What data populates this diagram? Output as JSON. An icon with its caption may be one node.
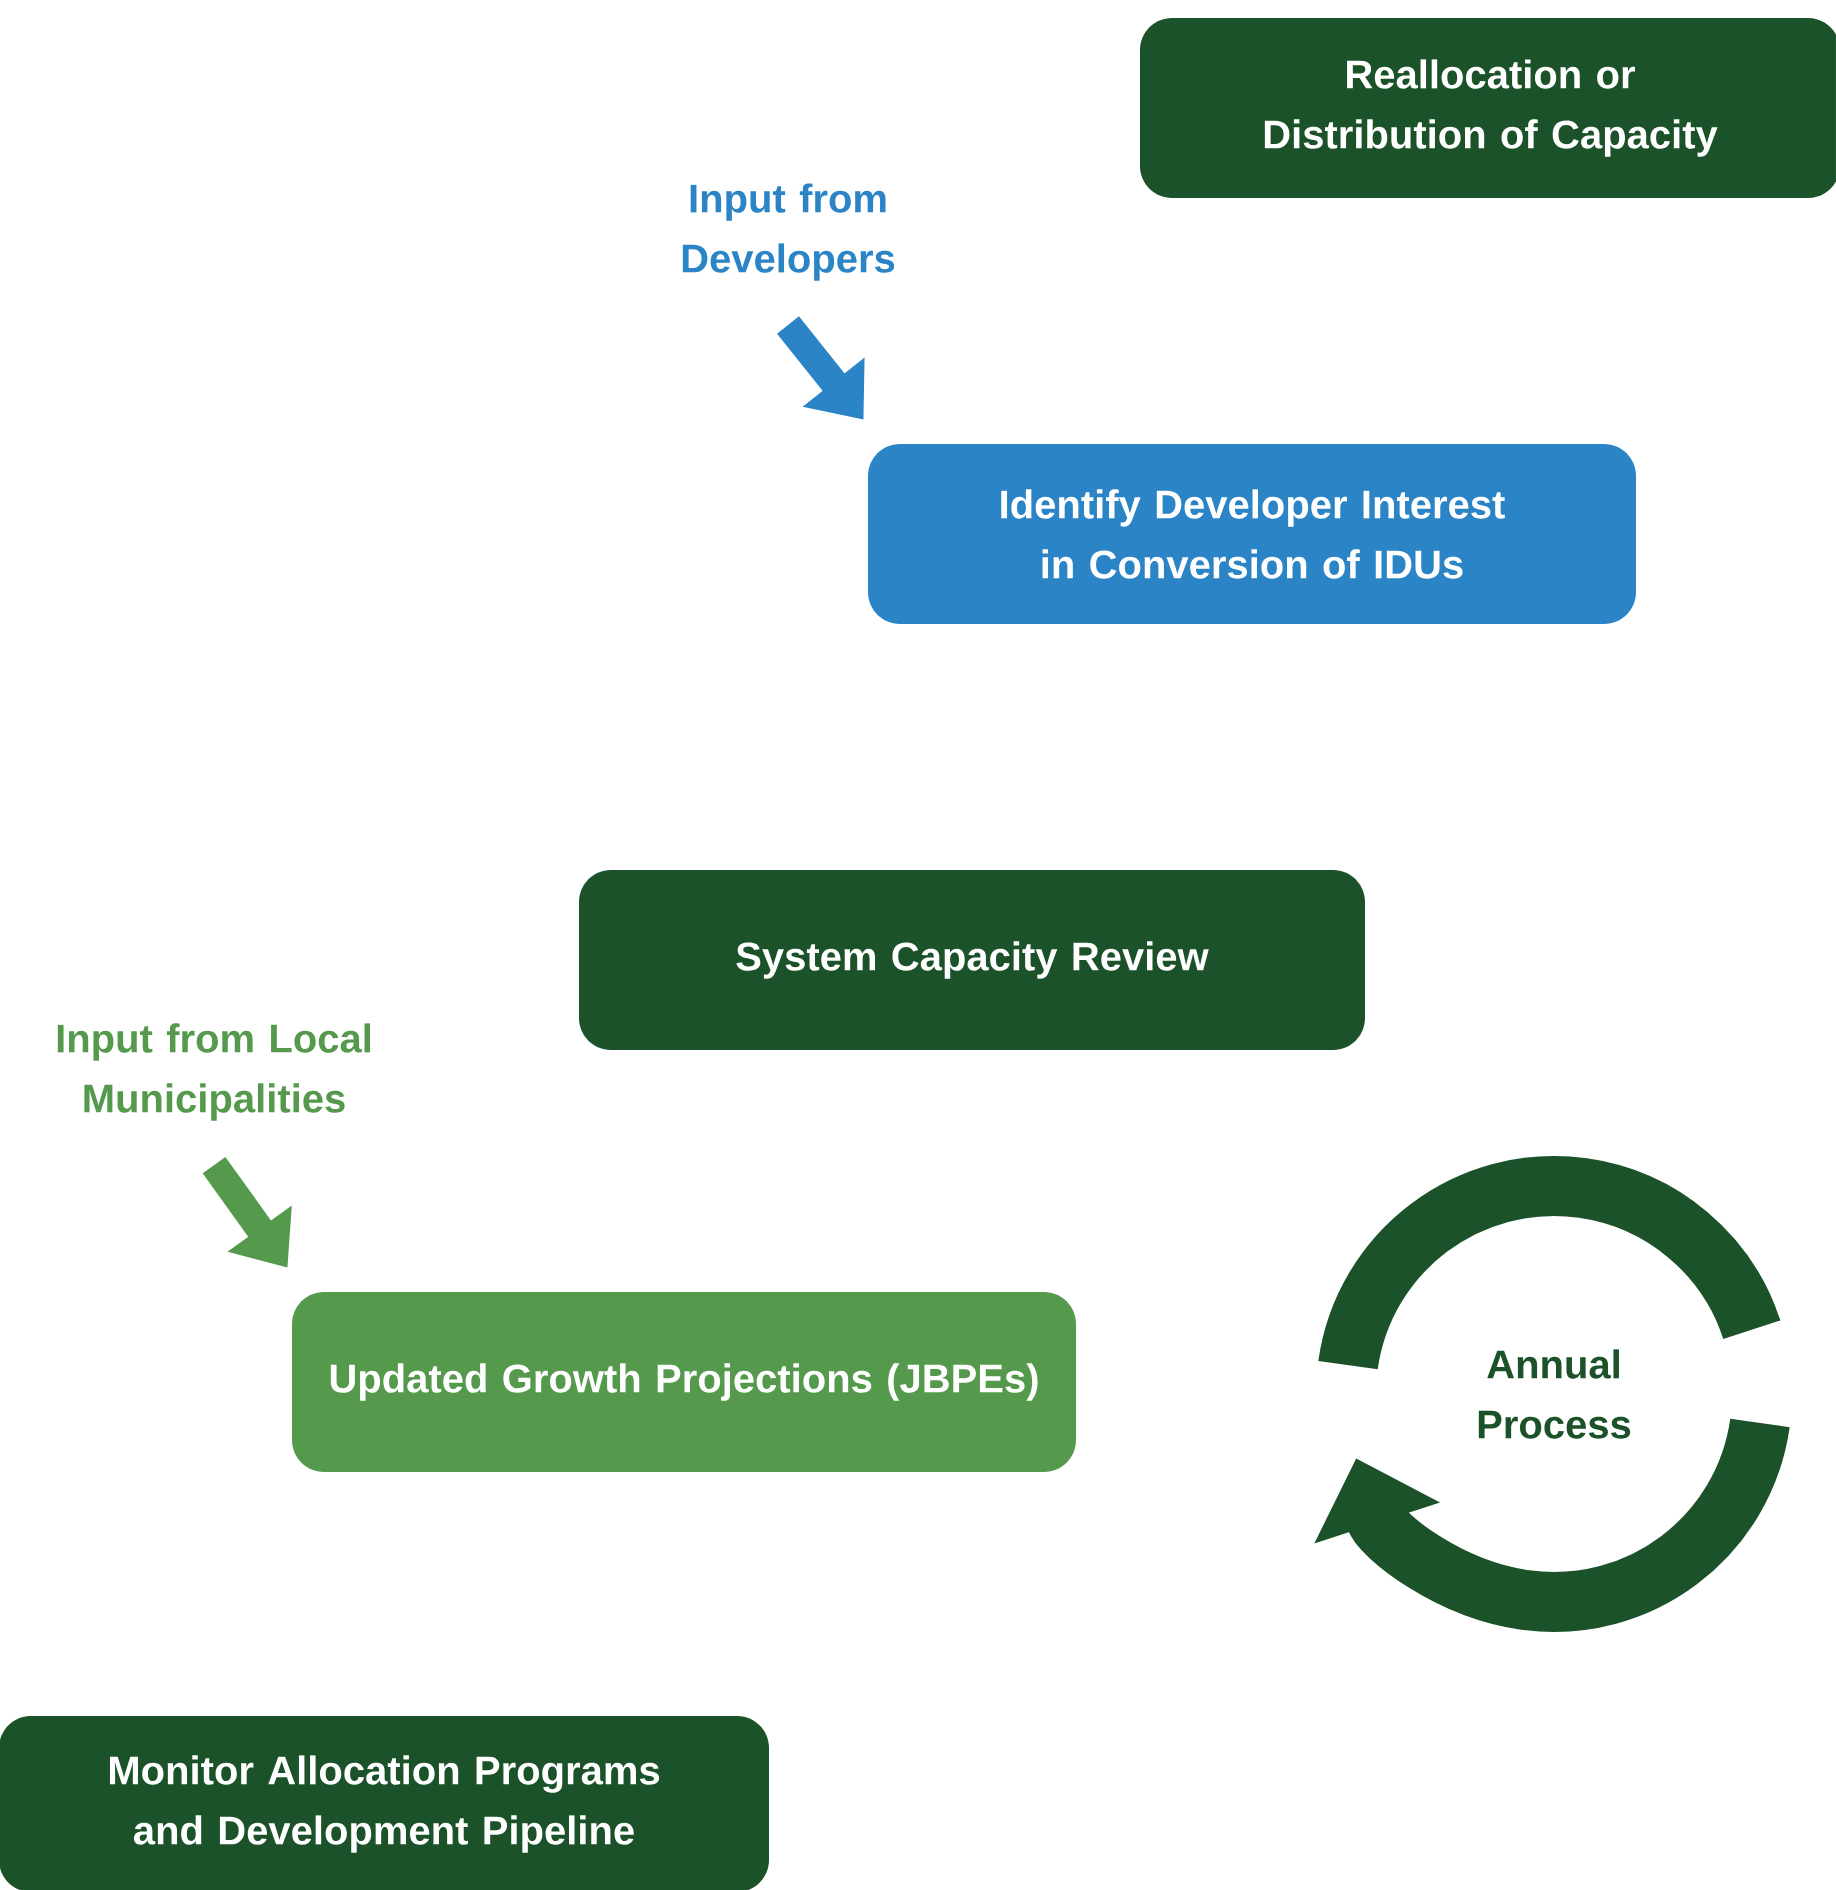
{
  "diagram": {
    "nodes": [
      {
        "text": [
          "Reallocation or Distribution of Capacity"
        ]
      },
      {
        "text": [
          "Input from Developers"
        ]
      },
      {
        "text": [
          "Identify Developer Interest in Conversion of IDUs"
        ]
      },
      {
        "text": [
          "System Capacity Review"
        ]
      },
      {
        "text": [
          "Input from Local Municipalities"
        ]
      },
      {
        "text": [
          "Updated Growth Projections (JBPEs)"
        ]
      },
      {
        "text": [
          "Annual Process"
        ]
      },
      {
        "text": [
          "Monitor Allocation Programs and Development Pipeline"
        ]
      }
    ],
    "edges": [
      {
        "from": 1,
        "to": 2,
        "arrow": "to",
        "color": "#2a84c6"
      },
      {
        "from": 4,
        "to": 5,
        "arrow": "to",
        "color": "#559a4c"
      }
    ]
  }
}
